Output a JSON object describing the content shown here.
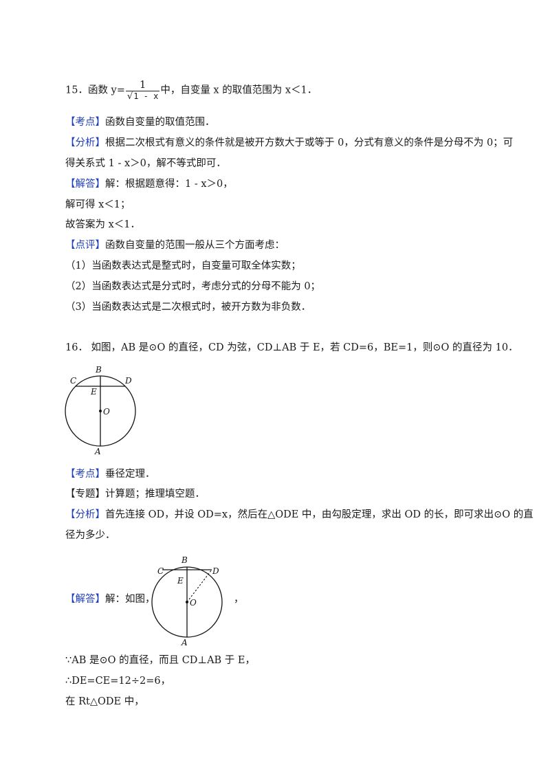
{
  "q15": {
    "pre": "15．函数 y=",
    "frac_num": "1",
    "frac_radical": "√",
    "frac_den": "1 - x",
    "post": "中，自变量 x 的取值范围为 x＜1．",
    "kaodian_tag": "【考点】",
    "kaodian": "函数自变量的取值范围．",
    "fenxi_tag": "【分析】",
    "fenxi_1": "根据二次根式有意义的条件就是被开方数大于或等于 0，分式有意义的条件是分母不为 0；可",
    "fenxi_2": "得关系式 1 - x＞0，解不等式即可．",
    "jieda_tag": "【解答】",
    "jieda": "解：根据题意得：1 - x＞0，",
    "line_a": "解可得 x＜1；",
    "line_b": "故答案为 x＜1．",
    "dianping_tag": "【点评】",
    "dianping": "函数自变量的范围一般从三个方面考虑：",
    "p1": "（1）当函数表达式是整式时，自变量可取全体实数；",
    "p2": "（2）当函数表达式是分式时，考虑分式的分母不能为 0；",
    "p3": "（3）当函数表达式是二次根式时，被开方数为非负数．"
  },
  "q16": {
    "stem": "16．  如图，AB 是⊙O 的直径，CD 为弦，CD⊥AB 于 E，若 CD=6，BE=1，则⊙O 的直径为 10．",
    "fig_labels": {
      "B": "B",
      "C": "C",
      "D": "D",
      "E": "E",
      "O": "O",
      "A": "A"
    },
    "kaodian_tag": "【考点】",
    "kaodian": "垂径定理．",
    "zhuanti": "【专题】计算题；推理填空题．",
    "fenxi_tag": "【分析】",
    "fenxi_1": "首先连接 OD，并设 OD=x，然后在△ODE 中，由勾股定理，求出 OD 的长，即可求出⊙O 的直",
    "fenxi_2": "径为多少．",
    "jieda_tag": "【解答】",
    "jieda": "解：如图，",
    "jieda_comma": "，",
    "s1": "∵AB 是⊙O 的直径，而且 CD⊥AB 于 E，",
    "s2": "∴DE=CE=12÷2=6，",
    "s3": "在 Rt△ODE 中，"
  }
}
